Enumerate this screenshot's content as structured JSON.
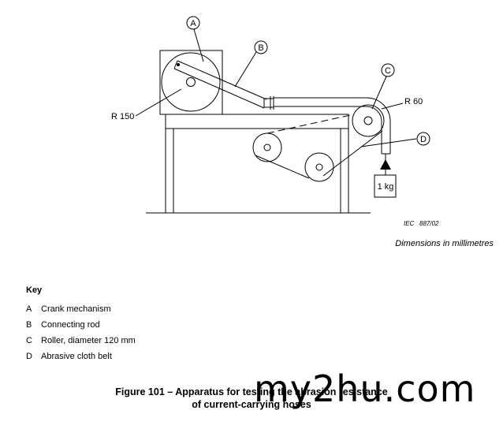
{
  "callouts": {
    "a": "A",
    "b": "B",
    "c": "C",
    "d": "D"
  },
  "dimensions": {
    "r150": "R 150",
    "r60": "R 60"
  },
  "weight_label": "1 kg",
  "figure_ref": "IEC   887/02",
  "dims_note": "Dimensions in millimetres",
  "key": {
    "title": "Key",
    "items": [
      {
        "letter": "A",
        "text": "Crank mechanism"
      },
      {
        "letter": "B",
        "text": "Connecting rod"
      },
      {
        "letter": "C",
        "text": "Roller, diameter 120 mm"
      },
      {
        "letter": "D",
        "text": "Abrasive cloth belt"
      }
    ]
  },
  "caption": {
    "line1": "Figure 101 – Apparatus for testing the abrasion resistance",
    "line2": "of current-carrying hoses"
  },
  "watermark": "my2hu.com"
}
